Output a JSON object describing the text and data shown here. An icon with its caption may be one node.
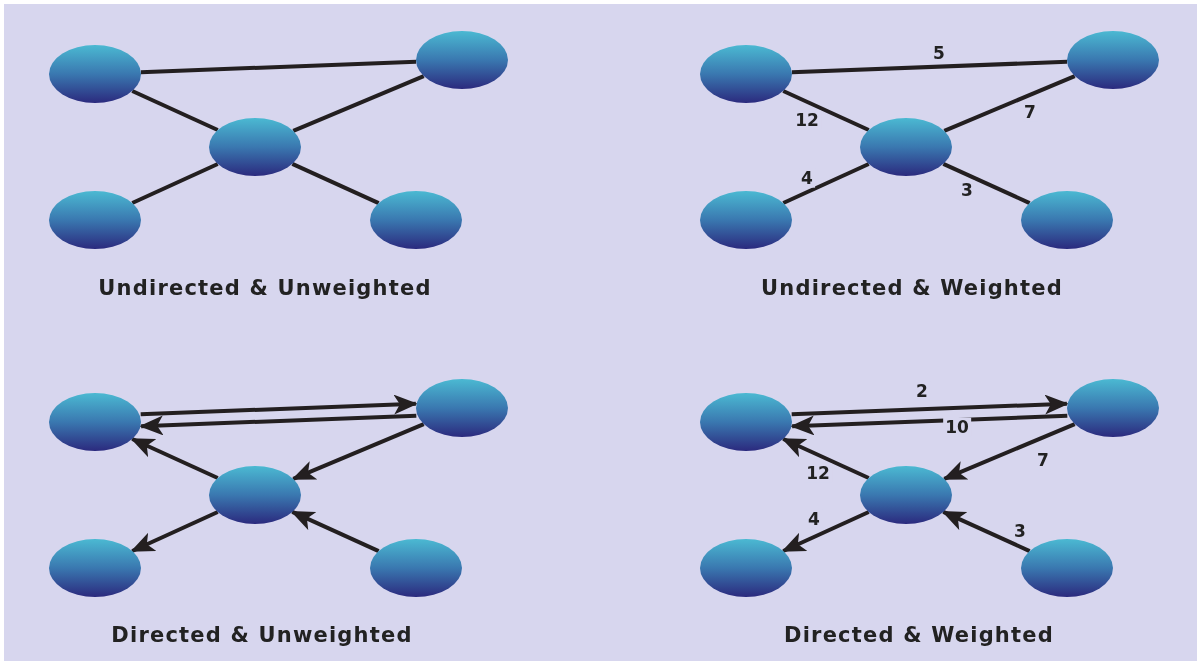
{
  "diagram": {
    "nodes": [
      {
        "text": [],
        "shape": "ellipse"
      },
      {
        "text": [],
        "shape": "ellipse"
      },
      {
        "text": [],
        "shape": "ellipse"
      },
      {
        "text": [],
        "shape": "ellipse"
      },
      {
        "text": [],
        "shape": "ellipse"
      },
      {
        "text": [],
        "shape": "ellipse"
      },
      {
        "text": [],
        "shape": "ellipse"
      },
      {
        "text": [],
        "shape": "ellipse"
      },
      {
        "text": [],
        "shape": "ellipse"
      },
      {
        "text": [],
        "shape": "ellipse"
      },
      {
        "text": [],
        "shape": "ellipse"
      },
      {
        "text": [],
        "shape": "ellipse"
      },
      {
        "text": [],
        "shape": "ellipse"
      },
      {
        "text": [],
        "shape": "ellipse"
      },
      {
        "text": [],
        "shape": "ellipse"
      },
      {
        "text": [],
        "shape": "ellipse"
      },
      {
        "text": [],
        "shape": "ellipse"
      },
      {
        "text": [],
        "shape": "ellipse"
      },
      {
        "text": [],
        "shape": "ellipse"
      },
      {
        "text": [],
        "shape": "ellipse"
      }
    ],
    "edges": [
      {
        "from": 0,
        "to": 1,
        "arrow": "none"
      },
      {
        "from": 0,
        "to": 2,
        "arrow": "none"
      },
      {
        "from": 1,
        "to": 2,
        "arrow": "none"
      },
      {
        "from": 2,
        "to": 3,
        "arrow": "none"
      },
      {
        "from": 2,
        "to": 4,
        "arrow": "none"
      },
      {
        "from": 5,
        "to": 6,
        "arrow": "none",
        "label": "5"
      },
      {
        "from": 5,
        "to": 7,
        "arrow": "none",
        "label": "12"
      },
      {
        "from": 6,
        "to": 7,
        "arrow": "none",
        "label": "7"
      },
      {
        "from": 7,
        "to": 8,
        "arrow": "none",
        "label": "4"
      },
      {
        "from": 7,
        "to": 9,
        "arrow": "none",
        "label": "3"
      },
      {
        "from": 10,
        "to": 11,
        "arrow": "to"
      },
      {
        "from": 11,
        "to": 10,
        "arrow": "to"
      },
      {
        "from": 12,
        "to": 10,
        "arrow": "to"
      },
      {
        "from": 11,
        "to": 12,
        "arrow": "to"
      },
      {
        "from": 12,
        "to": 13,
        "arrow": "to"
      },
      {
        "from": 14,
        "to": 12,
        "arrow": "to"
      },
      {
        "from": 15,
        "to": 16,
        "arrow": "to",
        "label": "2"
      },
      {
        "from": 16,
        "to": 15,
        "arrow": "to",
        "label": "10"
      },
      {
        "from": 17,
        "to": 15,
        "arrow": "to",
        "label": "12"
      },
      {
        "from": 16,
        "to": 17,
        "arrow": "to",
        "label": "7"
      },
      {
        "from": 17,
        "to": 18,
        "arrow": "to",
        "label": "4"
      },
      {
        "from": 19,
        "to": 17,
        "arrow": "to",
        "label": "3"
      }
    ],
    "labels": [
      "Undirected & Unweighted",
      "Undirected & Weighted",
      "Directed & Unweighted",
      "Directed & Weighted"
    ]
  }
}
